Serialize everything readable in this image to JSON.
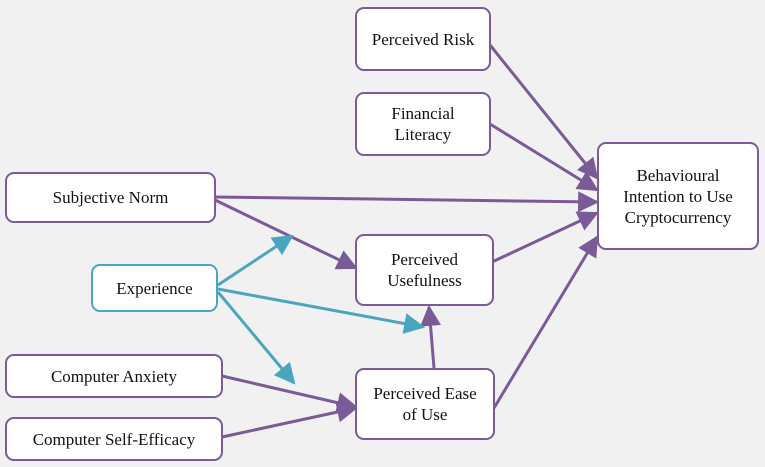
{
  "diagram": {
    "nodes": {
      "perceived_risk": "Perceived Risk",
      "financial_literacy": "Financial\nLiteracy",
      "behavioural_intention": "Behavioural\nIntention to Use\nCryptocurrency",
      "subjective_norm": "Subjective Norm",
      "perceived_usefulness": "Perceived\nUsefulness",
      "experience": "Experience",
      "computer_anxiety": "Computer Anxiety",
      "perceived_ease_of_use": "Perceived Ease\nof Use",
      "computer_self_efficacy": "Computer Self-Efficacy"
    },
    "colors": {
      "primary_path": "#7b5a98",
      "moderator_path": "#4aa6bf",
      "background": "#f2f1f1"
    }
  }
}
